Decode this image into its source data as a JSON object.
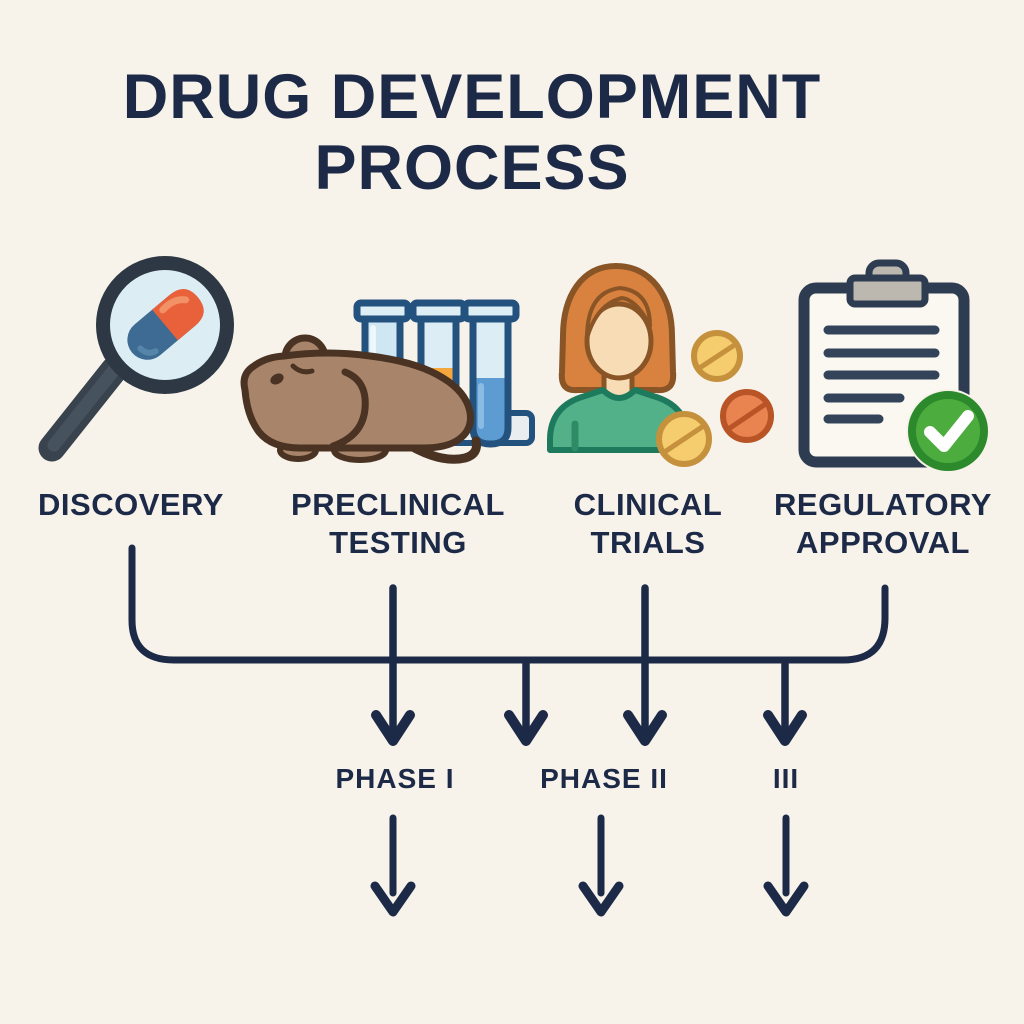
{
  "title": "DRUG DEVELOPMENT PROCESS",
  "stages": [
    {
      "label": "DISCOVERY",
      "icon": "magnifier-pill-icon"
    },
    {
      "label": "PRECLINICAL TESTING",
      "icon": "mouse-test-tubes-icon"
    },
    {
      "label": "CLINICAL TRIALS",
      "icon": "patient-pills-icon"
    },
    {
      "label": "REGULATORY APPROVAL",
      "icon": "clipboard-approved-icon"
    }
  ],
  "phases": [
    {
      "label": "PHASE I"
    },
    {
      "label": "PHASE II"
    },
    {
      "label": "III"
    }
  ],
  "colors": {
    "background": "#f7f2ea",
    "ink": "#1d2a47",
    "check_green": "#4cad3e",
    "check_green_dark": "#2c8a2c",
    "capsule_orange": "#e8613a",
    "capsule_blue": "#3d6b93",
    "tube_liquid_orange": "#f6a73b",
    "tube_liquid_blue": "#5d9bd3",
    "tube_outline": "#24527f",
    "mouse_brown": "#a8856a",
    "mouse_outline": "#4a3322",
    "shirt_green": "#53b189",
    "hair_orange": "#d9823f",
    "tablet_yellow": "#f6cd6e",
    "clip_gray": "#bcb8b0"
  }
}
